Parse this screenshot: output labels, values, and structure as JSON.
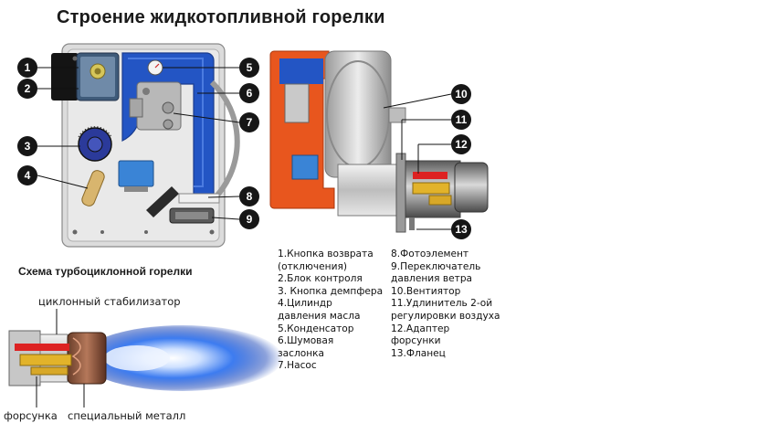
{
  "title": "Строение жидкотопливной горелки",
  "subtitle": "Схема турбоциклонной горелки",
  "front_callouts": [
    "1",
    "2",
    "3",
    "4",
    "5",
    "6",
    "7",
    "8",
    "9"
  ],
  "side_callouts": [
    "10",
    "11",
    "12",
    "13"
  ],
  "legend_left": [
    [
      "1.Кнопка возврата",
      " (отключения)"
    ],
    [
      "2.Блок контроля"
    ],
    [
      " 3. Кнопка демпфера"
    ],
    [
      "4.Цилиндр",
      " давления масла"
    ],
    [
      "5.Конденсатор"
    ],
    [
      "6.Шумовая",
      "заслонка"
    ],
    [
      " 7.Насос"
    ]
  ],
  "legend_right": [
    [
      "8.Фотоэлемент"
    ],
    [
      " 9.Переключатель",
      "давления ветра"
    ],
    [
      "10.Вентиятор"
    ],
    [
      "11.Удлинитель 2-ой",
      "регулировки воздуха"
    ],
    [
      "12.Адаптер",
      " форсунки"
    ],
    [
      "13.Фланец"
    ]
  ],
  "flame_labels": {
    "stabilizer": "циклонный стабилизатор",
    "nozzle": "форсунка",
    "metal": "специальный металл"
  },
  "colors": {
    "housing_blue": "#2355c4",
    "housing_orange": "#e8561e",
    "flame_blue": "#2f6ee6",
    "callout": "#161616"
  }
}
